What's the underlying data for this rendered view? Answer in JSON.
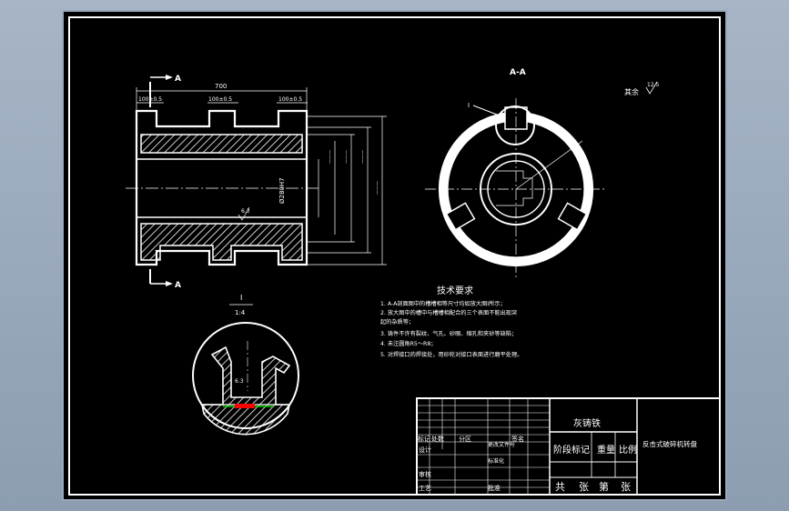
{
  "section_mark": "A",
  "section_title": "A-A",
  "detail_ref": "I",
  "detail_label": "I",
  "detail_scale": "1:4",
  "dims": {
    "overall_length": "700",
    "slot_1": "100±0.5",
    "slot_2": "100±0.5",
    "slot_3": "100±0.5",
    "bore": "Ø280H7",
    "roughness": "6.3",
    "detail_roughness": "6.3"
  },
  "surface_note": {
    "label": "其余",
    "value": "12.5"
  },
  "tech": {
    "heading": "技术要求",
    "lines": [
      "1. A-A剖面图中的槽槽相等尺寸均如放大图I所示；",
      "2. 放大图中的槽中与槽槽相配合的三个表面不能出现突",
      "   起的杂质等；",
      "3. 铸件不许有裂纹、气孔、砂眼、缩孔和夹砂等缺陷；",
      "4. 未注圆角R5～R8；",
      "5. 对焊接口的焊接处，用砂轮对接口表面进行磨平处理。"
    ]
  },
  "title_block": {
    "material": "灰铸铁",
    "part_name": "反击式破碎机转盘",
    "labels": {
      "mark": "标记",
      "count": "处数",
      "zone": "分区",
      "change_doc": "更改文件号",
      "signature": "签名",
      "design": "设计",
      "standardize": "标准化",
      "review": "审核",
      "process": "工艺",
      "approve": "批准",
      "stage_mark": "阶段标记",
      "weight": "重量",
      "scale": "比例",
      "total": "共",
      "sheets": "张",
      "page": "第",
      "sheet": "张"
    }
  }
}
